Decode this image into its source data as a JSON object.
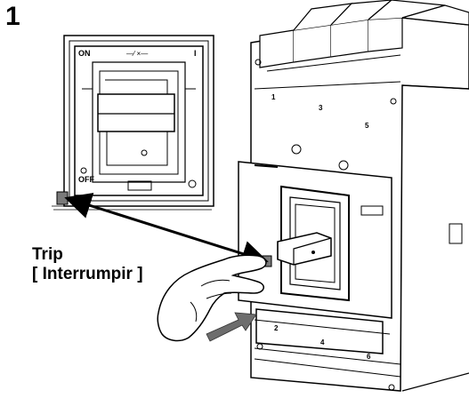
{
  "step": {
    "number": "1"
  },
  "inset": {
    "on_label": "ON",
    "off_label": "OFF",
    "top_mark": "I",
    "switch_symbol": "—⁄ ×—"
  },
  "breaker": {
    "terminals_top": [
      "1",
      "3",
      "5"
    ],
    "terminals_bottom": [
      "2",
      "4",
      "6"
    ]
  },
  "caption": {
    "line1": "Trip",
    "line2": "[ Interrumpir ]"
  },
  "colors": {
    "ink": "#000000",
    "hand_fill": "#ffffff",
    "arrow_fill": "#6d6d6d",
    "trip_button": "#7a7a7a",
    "panel_fill": "#ffffff"
  }
}
